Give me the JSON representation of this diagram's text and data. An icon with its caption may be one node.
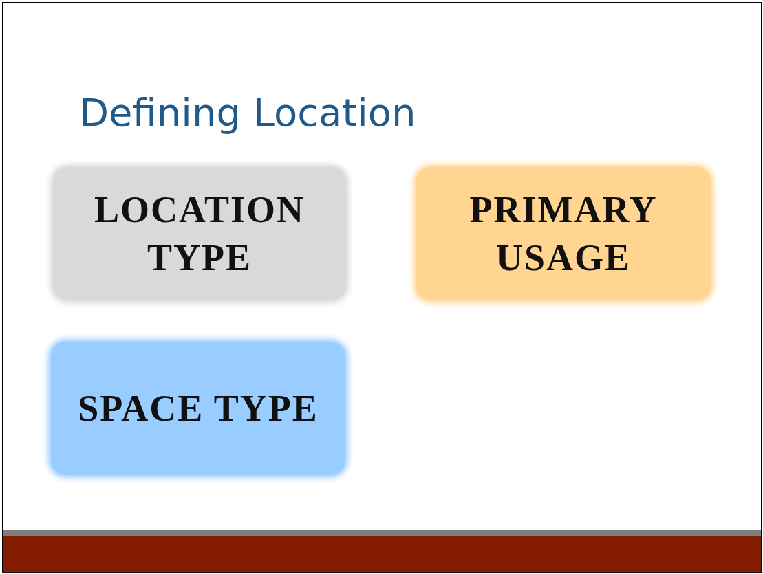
{
  "diagram": {
    "title": "Defining Location",
    "nodes": [
      {
        "text": [
          "LOCATION TYPE"
        ]
      },
      {
        "text": [
          "PRIMARY USAGE"
        ]
      },
      {
        "text": [
          "SPACE TYPE"
        ]
      }
    ]
  }
}
